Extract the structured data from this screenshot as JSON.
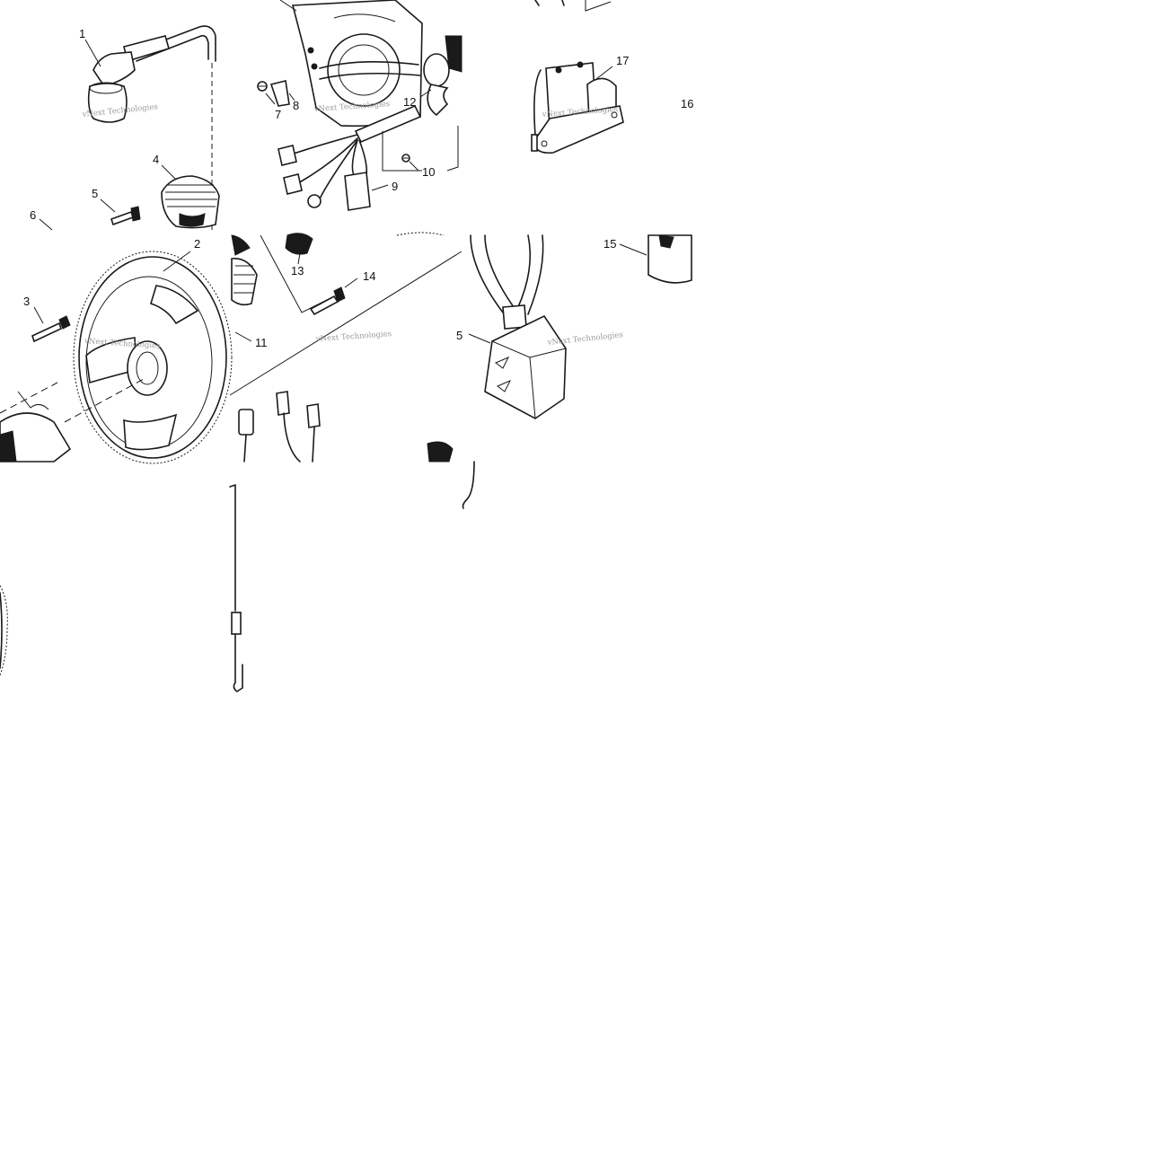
{
  "callouts": {
    "c1": "1",
    "c2": "2",
    "c3": "3",
    "c4": "4",
    "c5": "5",
    "c6": "6",
    "c7": "7",
    "c8": "8",
    "c9": "9",
    "c10": "10",
    "c11": "11",
    "c12": "12",
    "c13": "13",
    "c14": "14",
    "c15": "15",
    "c16": "16",
    "c17": "17",
    "c18": "5"
  },
  "watermark": "vNext Technologies"
}
